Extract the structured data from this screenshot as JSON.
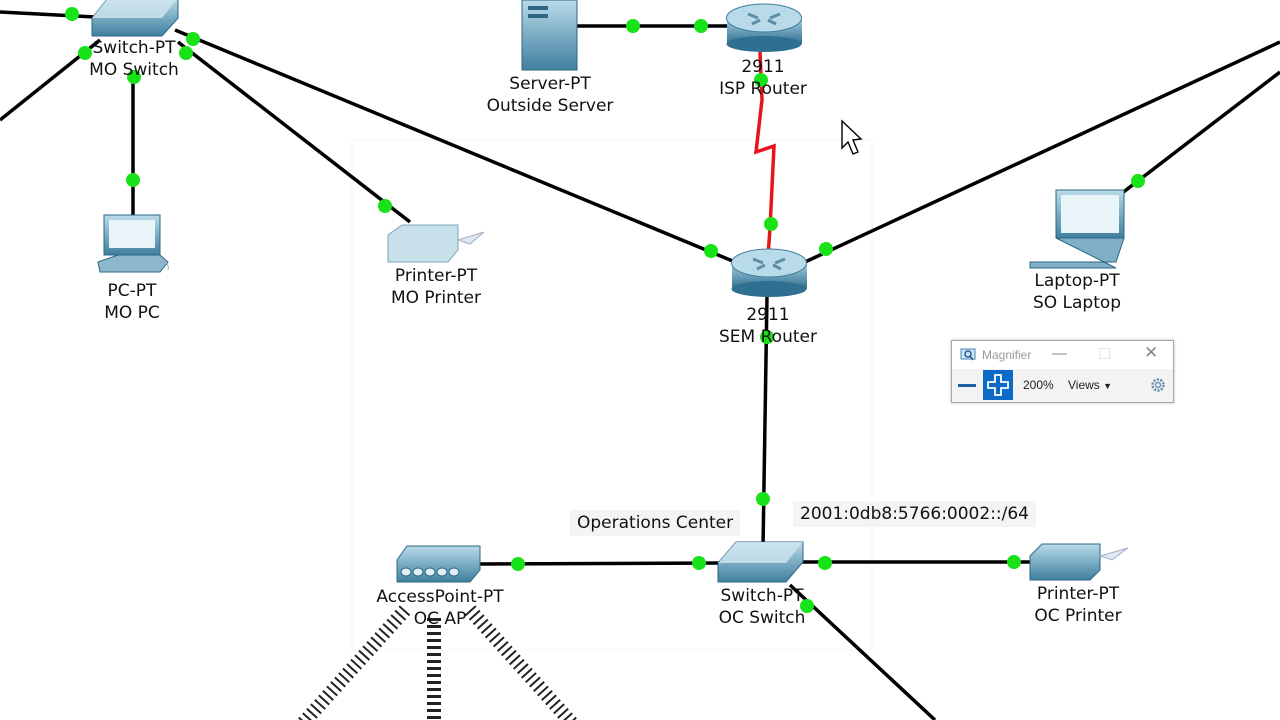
{
  "devices": {
    "mo_switch": {
      "model": "Switch-PT",
      "name": "MO Switch"
    },
    "outside_server": {
      "model": "Server-PT",
      "name": "Outside Server"
    },
    "isp_router": {
      "model": "2911",
      "name": "ISP Router"
    },
    "mo_pc": {
      "model": "PC-PT",
      "name": "MO PC"
    },
    "mo_printer": {
      "model": "Printer-PT",
      "name": "MO Printer"
    },
    "sem_router": {
      "model": "2911",
      "name": "SEM Router"
    },
    "so_laptop": {
      "model": "Laptop-PT",
      "name": "SO Laptop"
    },
    "oc_ap": {
      "model": "AccessPoint-PT",
      "name": "OC AP"
    },
    "oc_switch": {
      "model": "Switch-PT",
      "name": "OC Switch"
    },
    "oc_printer": {
      "model": "Printer-PT",
      "name": "OC Printer"
    }
  },
  "notes": {
    "operations_center": "Operations Center",
    "subnet": "2001:0db8:5766:0002::/64"
  },
  "magnifier": {
    "title": "Magnifier",
    "zoom": "200%",
    "views_label": "Views"
  },
  "colors": {
    "link": "#000000",
    "serial_link": "#e8141c",
    "port_up": "#18e218",
    "device": "#4d8fae",
    "magnifier_accent": "#0b6bc6"
  }
}
